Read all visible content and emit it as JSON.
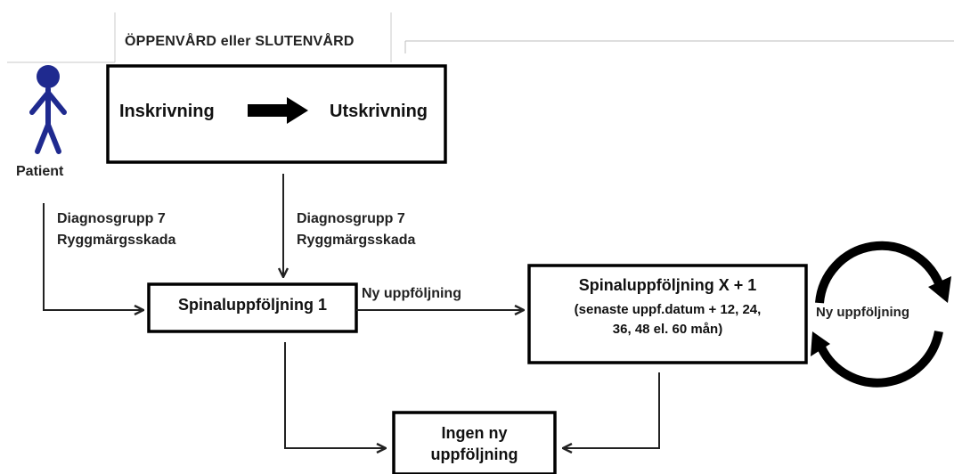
{
  "header": {
    "tab_title": "ÖPPENVÅRD eller SLUTENVÅRD"
  },
  "patient": {
    "label": "Patient",
    "icon": "stick-figure-icon",
    "color": "#1f2a8f"
  },
  "admission_box": {
    "left_label": "Inskrivning",
    "right_label": "Utskrivning"
  },
  "diagnosis_labels": {
    "left": {
      "line1": "Diagnosgrupp 7",
      "line2": "Ryggmärgsskada"
    },
    "center": {
      "line1": "Diagnosgrupp 7",
      "line2": "Ryggmärgsskada"
    }
  },
  "spinal_1": {
    "label": "Spinaluppföljning  1"
  },
  "edge_label_new_followup": "Ny uppföljning",
  "spinal_x": {
    "title": "Spinaluppföljning  X + 1",
    "detail_line1": "(senaste uppf.datum + 12, 24,",
    "detail_line2": "36, 48 el. 60 mån)"
  },
  "cycle_label": "Ny uppföljning",
  "no_followup": {
    "line1": "Ingen ny",
    "line2": "uppföljning"
  }
}
